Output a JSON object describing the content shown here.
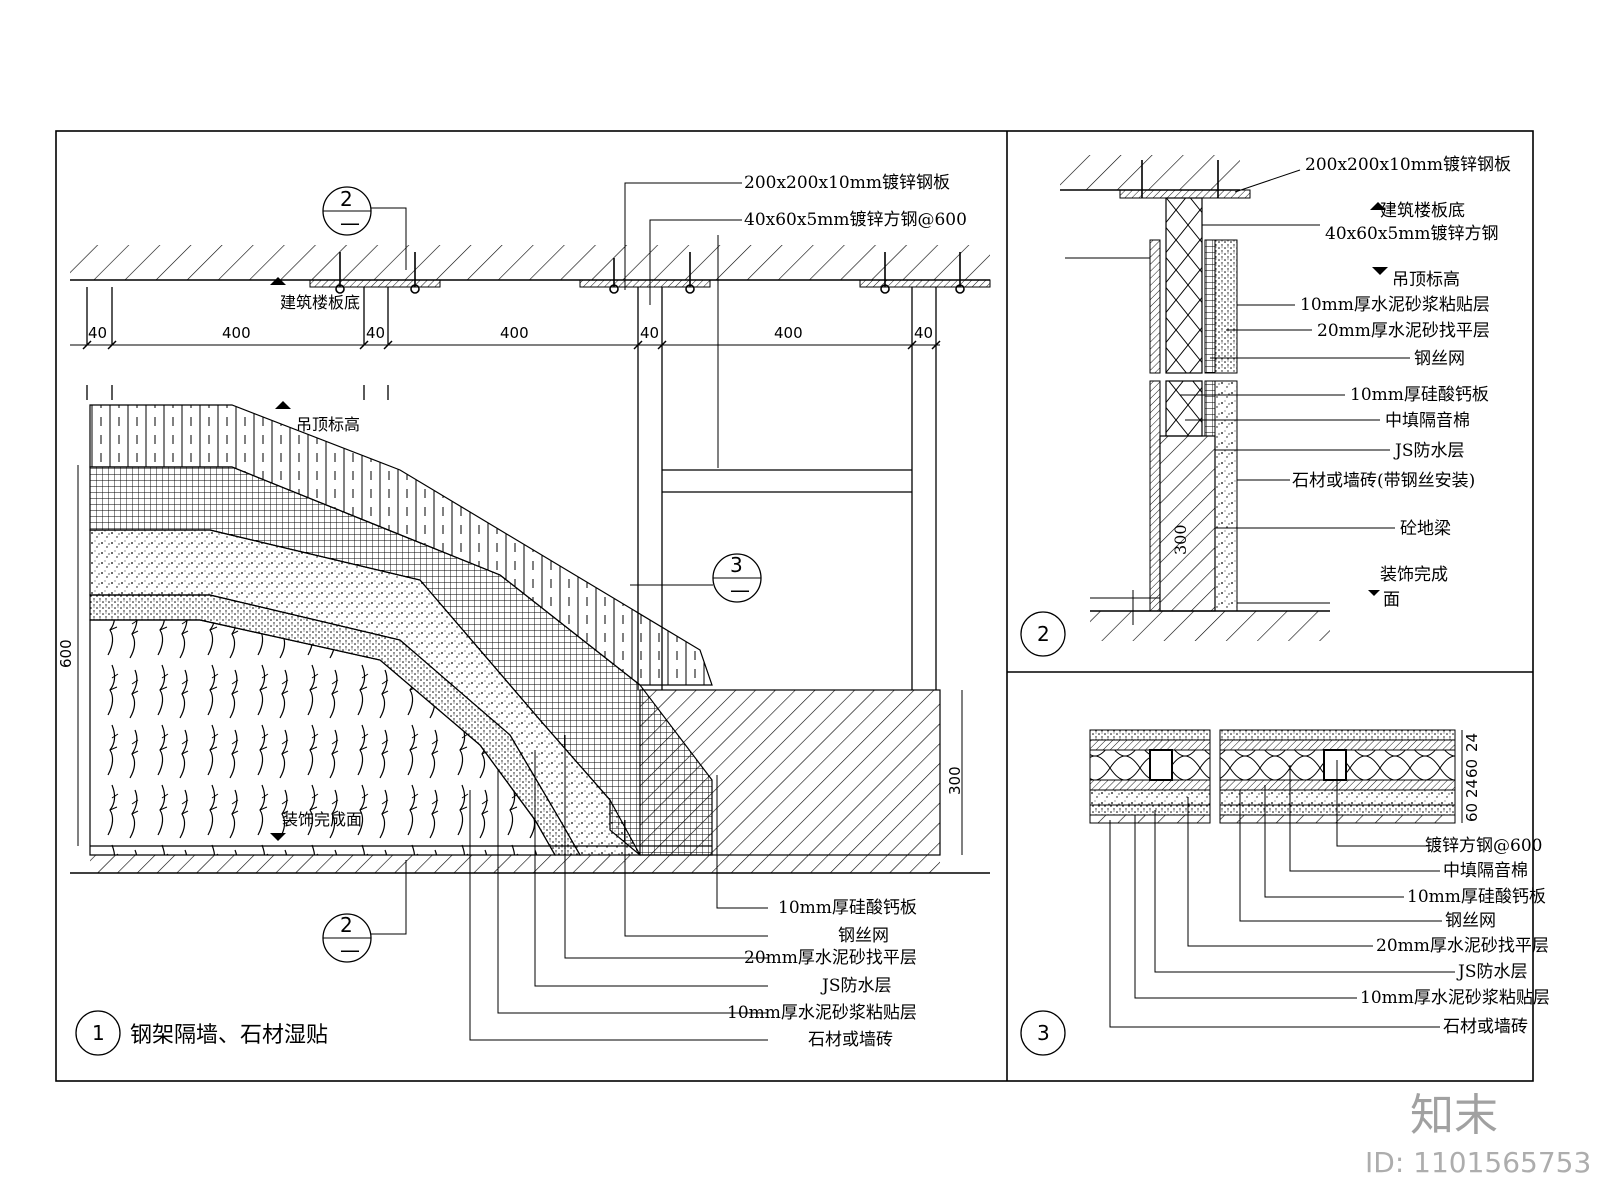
{
  "watermark": {
    "brand": "知末",
    "id": "ID: 1101565753"
  },
  "detail1": {
    "number": "1",
    "title": "钢架隔墙、石材湿贴",
    "callouts": [
      {
        "num": "2",
        "den": "—"
      },
      {
        "num": "3",
        "den": "—"
      },
      {
        "num": "2",
        "den": "—"
      }
    ],
    "top_labels": [
      "200x200x10mm镀锌钢板",
      "40x60x5mm镀锌方钢@600"
    ],
    "floor_label": "建筑楼板底",
    "ceiling_label": "吊顶标高",
    "finish_label": "装饰完成面",
    "dims_top": [
      "40",
      "400",
      "40",
      "400",
      "40",
      "400",
      "40"
    ],
    "dim_left": "600",
    "dim_right": "300",
    "layer_labels": [
      "10mm厚硅酸钙板",
      "钢丝网",
      "20mm厚水泥砂找平层",
      "JS防水层",
      "10mm厚水泥砂浆粘贴层",
      "石材或墙砖"
    ]
  },
  "detail2": {
    "number": "2",
    "labels": [
      "200x200x10mm镀锌钢板",
      "建筑楼板底",
      "40x60x5mm镀锌方钢",
      "吊顶标高",
      "10mm厚水泥砂浆粘贴层",
      "20mm厚水泥砂找平层",
      "钢丝网",
      "10mm厚硅酸钙板",
      "中填隔音棉",
      "JS防水层",
      "石材或墙砖(带钢丝安装)",
      "砼地梁"
    ],
    "finish_line1": "装饰完成",
    "finish_line2": "面",
    "dim": "300"
  },
  "detail3": {
    "number": "3",
    "labels": [
      "镀锌方钢@600",
      "中填隔音棉",
      "10mm厚硅酸钙板",
      "钢丝网",
      "20mm厚水泥砂找平层",
      "JS防水层",
      "10mm厚水泥砂浆粘贴层",
      "石材或墙砖"
    ],
    "dims": [
      "24",
      "60",
      "24",
      "60"
    ]
  }
}
